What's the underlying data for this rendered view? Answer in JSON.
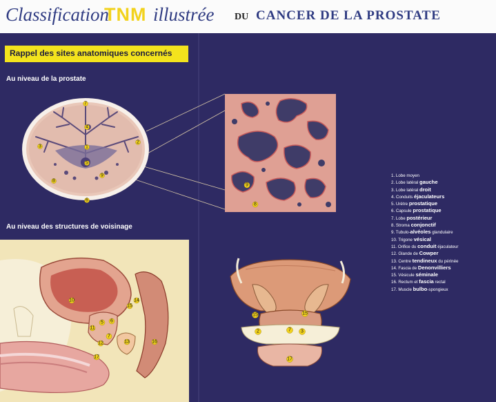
{
  "title": {
    "part1": "Classification",
    "part2": "TNM",
    "part3": "illustrée",
    "part4": "DU",
    "part5": "CANCER DE LA PROSTATE"
  },
  "banner": "Rappel des sites anatomiques concernés",
  "sections": {
    "prostate": "Au niveau de la prostate",
    "neighbors": "Au niveau des structures de voisinage"
  },
  "figure_labels": {
    "crosssection": [
      "1",
      "2",
      "3",
      "4",
      "5",
      "6",
      "7",
      "8",
      "9"
    ],
    "microscopy": [
      "9",
      "8"
    ],
    "sagittal": [
      "10",
      "11",
      "12",
      "13",
      "14",
      "15",
      "16",
      "17",
      "5",
      "6",
      "7"
    ],
    "posterior": [
      "15",
      "15",
      "2",
      "3",
      "7",
      "17"
    ]
  },
  "legend": [
    {
      "n": "1.",
      "pre": "Lobe moyen",
      "bold": "",
      "post": ""
    },
    {
      "n": "2.",
      "pre": "Lobe latéral ",
      "bold": "gauche",
      "post": ""
    },
    {
      "n": "3.",
      "pre": "Lobe latéral ",
      "bold": "droit",
      "post": ""
    },
    {
      "n": "4.",
      "pre": "Conduits ",
      "bold": "éjaculateurs",
      "post": ""
    },
    {
      "n": "5.",
      "pre": "Urètre ",
      "bold": "prostatique",
      "post": ""
    },
    {
      "n": "6.",
      "pre": "Capsule ",
      "bold": "prostatique",
      "post": ""
    },
    {
      "n": "7.",
      "pre": "Lobe ",
      "bold": "postérieur",
      "post": ""
    },
    {
      "n": "8.",
      "pre": "Stroma ",
      "bold": "conjonctif",
      "post": ""
    },
    {
      "n": "9.",
      "pre": "Tubulo-",
      "bold": "alvéoles",
      "post": " glandulaire"
    },
    {
      "n": "10.",
      "pre": "Trigone ",
      "bold": "vésical",
      "post": ""
    },
    {
      "n": "11.",
      "pre": "Orifice du ",
      "bold": "conduit",
      "post": " éjaculateur"
    },
    {
      "n": "12.",
      "pre": "Glande de ",
      "bold": "Cowper",
      "post": ""
    },
    {
      "n": "13.",
      "pre": "Centre ",
      "bold": "tendineux",
      "post": " du périnée"
    },
    {
      "n": "14.",
      "pre": "Fascia de ",
      "bold": "Denonvilliers",
      "post": ""
    },
    {
      "n": "15.",
      "pre": "Vésicule ",
      "bold": "séminale",
      "post": ""
    },
    {
      "n": "16.",
      "pre": "Rectum et ",
      "bold": "fascia",
      "post": " rectal"
    },
    {
      "n": "17.",
      "pre": "Muscle ",
      "bold": "bulbo",
      "post": "-spongieux"
    }
  ],
  "colors": {
    "background": "#2e2a63",
    "header": "#fbfbfb",
    "banner": "#f3e31d",
    "accent_yellow": "#f2d21c",
    "title_blue": "#2f3b82",
    "tissue_pink": "#e7b2a0",
    "tissue_red": "#c75a5a"
  }
}
